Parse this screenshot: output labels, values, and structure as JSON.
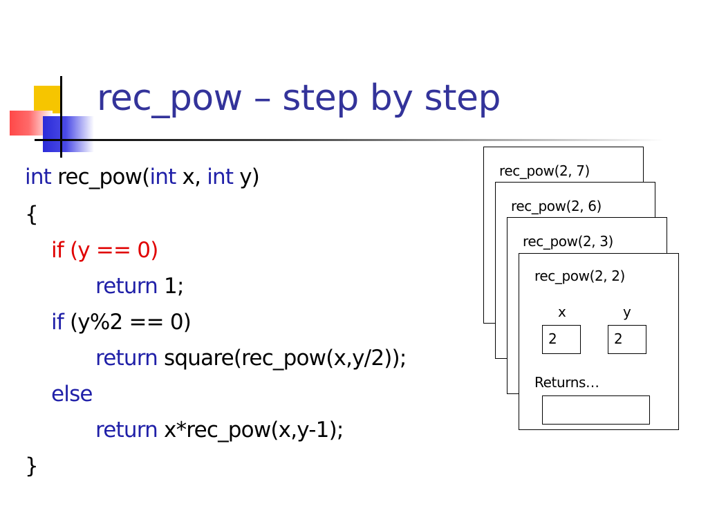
{
  "slide": {
    "title": "rec_pow – step by step"
  },
  "code": {
    "l1": {
      "kw1": "int",
      "t1": " rec_pow(",
      "kw2": "int",
      "t2": " x, ",
      "kw3": "int",
      "t3": " y)"
    },
    "l2": {
      "t": "{"
    },
    "l3": {
      "t": "if (y == 0)"
    },
    "l4": {
      "kw": "return",
      "t": " 1;"
    },
    "l5": {
      "kw": "if",
      "t": " (y%2 == 0)"
    },
    "l6": {
      "kw": "return",
      "t": " square(rec_pow(x,y/2));"
    },
    "l7": {
      "kw": "else"
    },
    "l8": {
      "kw": "return",
      "t": " x*rec_pow(x,y-1);"
    },
    "l9": {
      "t": "}"
    }
  },
  "frames": [
    {
      "label": "rec_pow(2, 7)"
    },
    {
      "label": "rec_pow(2, 6)"
    },
    {
      "label": "rec_pow(2, 3)"
    },
    {
      "label": "rec_pow(2, 2)"
    }
  ],
  "top_frame": {
    "x_label": "x",
    "y_label": "y",
    "x_value": "2",
    "y_value": "2",
    "returns_label": "Returns…",
    "returns_value": ""
  },
  "colors": {
    "title": "#33339a",
    "keyword": "#2020a8",
    "highlight": "#e00000"
  }
}
